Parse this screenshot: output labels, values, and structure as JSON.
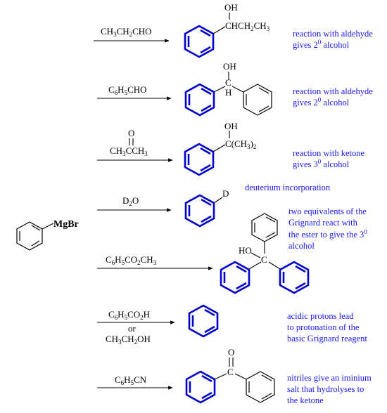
{
  "start": {
    "label": "MgBr"
  },
  "reactions": [
    {
      "reagent": "CH3CH2CHO",
      "product_label": "OH / CHCH2CH3",
      "note_line1": "reaction with aldehyde",
      "note_line2": "gives 2",
      "note_sup": "0",
      "note_tail": " alcohol"
    },
    {
      "reagent": "C6H5CHO",
      "product_label": "OH / C / H",
      "note_line1": "reaction with aldehyde",
      "note_line2": "gives 2",
      "note_sup": "0",
      "note_tail": " alcohol"
    },
    {
      "reagent": "CH3CCH3",
      "product_label": "OH / C(CH3)2",
      "note_line1": "reaction with ketone",
      "note_line2": "gives 3",
      "note_sup": "0",
      "note_tail": " alcohol"
    },
    {
      "reagent": "D2O",
      "product_label": "D",
      "note_line1": "deuterium incorporation"
    },
    {
      "reagent": "C6H5CO2CH3",
      "product_label": "HO / C",
      "note_line1": "two equivalents of the",
      "note_line2": "Grignard react with",
      "note_line3": "the ester to give the 3",
      "note_sup": "0",
      "note_line4": "alcohol"
    },
    {
      "reagent": "C6H5CO2H",
      "reagent_or": "or",
      "reagent_alt": "CH3CH2OH",
      "note_line1": "acidic protons lead",
      "note_line2": "to protonation of the",
      "note_line3": "basic Grignard reagent"
    },
    {
      "reagent": "C6H5CN",
      "product_label": "O / C",
      "note_line1": "nitriles give an iminium",
      "note_line2": "salt that hydrolyses to",
      "note_line3": "the ketone"
    }
  ],
  "atoms": {
    "OH": "OH",
    "HO": "HO",
    "H": "H",
    "C": "C",
    "O": "O",
    "D": "D"
  },
  "frag": {
    "chch2ch3_a": "CHCH",
    "chch2ch3_b": "2",
    "chch2ch3_c": "CH",
    "chch2ch3_d": "3",
    "c_ch3_2_a": "C(CH",
    "c_ch3_2_b": "3",
    "c_ch3_2_c": ")",
    "c_ch3_2_d": "2",
    "r1_a": "CH",
    "r1_b": "3",
    "r1_c": "CH",
    "r1_d": "2",
    "r1_e": "CHO",
    "r2_a": "C",
    "r2_b": "6",
    "r2_c": "H",
    "r2_d": "5",
    "r2_e": "CHO",
    "r3_a": "CH",
    "r3_b": "3",
    "r3_c": "CCH",
    "r3_d": "3",
    "r4_a": "D",
    "r4_b": "2",
    "r4_c": "O",
    "r5_a": "C",
    "r5_b": "6",
    "r5_c": "H",
    "r5_d": "5",
    "r5_e": "CO",
    "r5_f": "2",
    "r5_g": "CH",
    "r5_h": "3",
    "r6_a": "C",
    "r6_b": "6",
    "r6_c": "H",
    "r6_d": "5",
    "r6_e": "CO",
    "r6_f": "2",
    "r6_g": "H",
    "r6_or": "or",
    "r6b_a": "CH",
    "r6b_b": "3",
    "r6b_c": "CH",
    "r6b_d": "2",
    "r6b_e": "OH",
    "r7_a": "C",
    "r7_b": "6",
    "r7_c": "H",
    "r7_d": "5",
    "r7_e": "CN"
  },
  "colors": {
    "product_ring": "#0000cc",
    "note_text": "#1a1aff",
    "black": "#000000"
  }
}
